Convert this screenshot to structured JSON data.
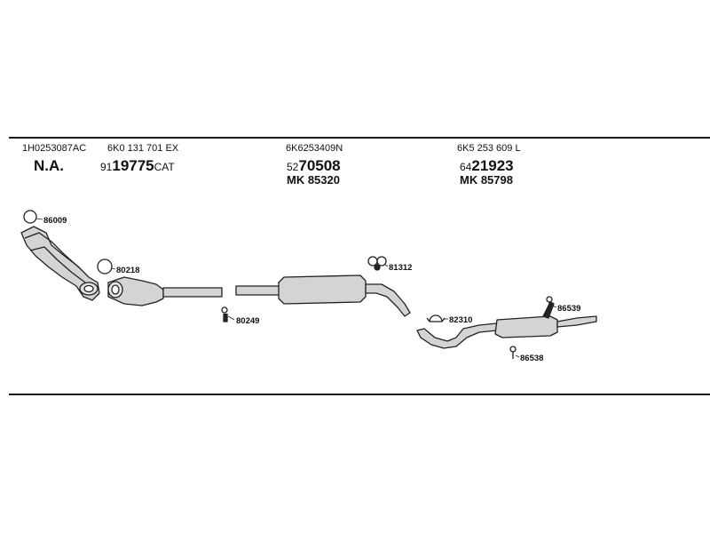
{
  "columns": [
    {
      "oe_code": "1H0253087AC",
      "part_label": "N.A."
    },
    {
      "oe_code": "6K0 131 701 EX",
      "part_prefix": "91",
      "part_number": "19775",
      "part_suffix": "CAT"
    },
    {
      "oe_code": "6K6253409N",
      "part_prefix": "52",
      "part_number": "70508",
      "mk_number": "MK 85320"
    },
    {
      "oe_code": "6K5 253 609 L",
      "part_prefix": "64",
      "part_number": "21923",
      "mk_number": "MK 85798"
    }
  ],
  "callouts": {
    "c1": "86009",
    "c2": "80218",
    "c3": "80249",
    "c4": "81312",
    "c5": "82310",
    "c6": "86539",
    "c7": "86538"
  },
  "colors": {
    "line": "#1a1a1a",
    "part_fill": "#d4d4d4",
    "part_stroke": "#222222"
  }
}
